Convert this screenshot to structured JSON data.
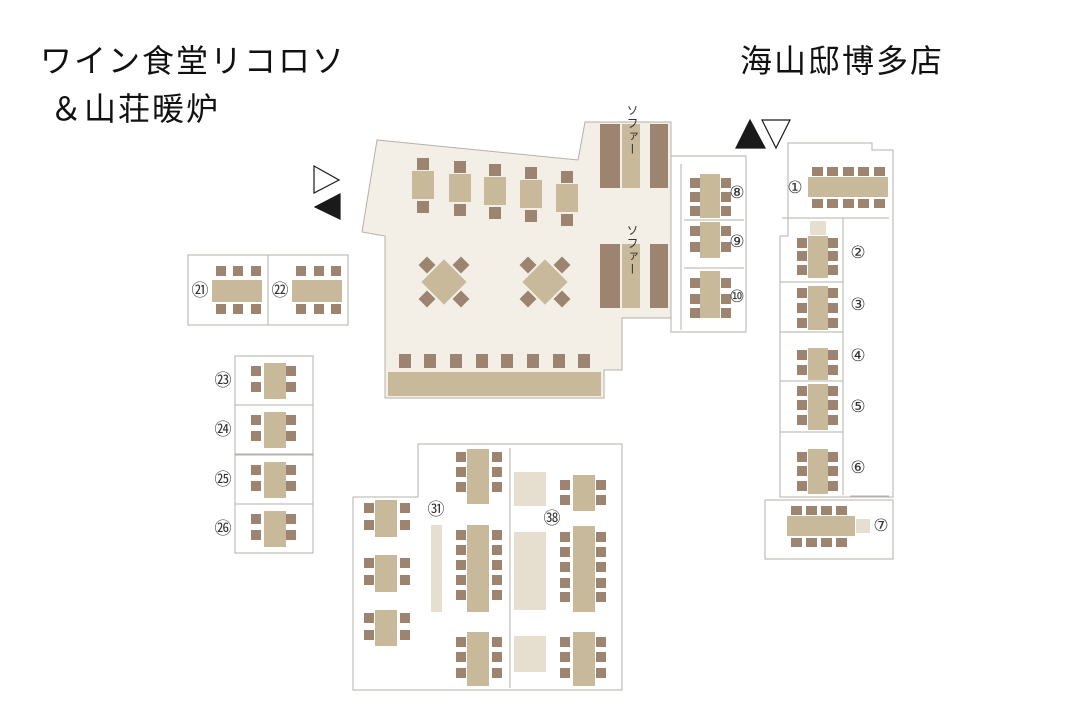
{
  "titles": {
    "left_line1": "ワイン食堂リコロソ",
    "left_line2": "＆山荘暖炉",
    "right": "海山邸博多店"
  },
  "labels": {
    "sofa": "ソファー"
  },
  "tables": [
    {
      "id": "t1",
      "label": "①"
    },
    {
      "id": "t2",
      "label": "②"
    },
    {
      "id": "t3",
      "label": "③"
    },
    {
      "id": "t4",
      "label": "④"
    },
    {
      "id": "t5",
      "label": "⑤"
    },
    {
      "id": "t6",
      "label": "⑥"
    },
    {
      "id": "t7",
      "label": "⑦"
    },
    {
      "id": "t8",
      "label": "⑧"
    },
    {
      "id": "t9",
      "label": "⑨"
    },
    {
      "id": "t10",
      "label": "⑩"
    },
    {
      "id": "t21",
      "label": "㉑"
    },
    {
      "id": "t22",
      "label": "㉒"
    },
    {
      "id": "t23",
      "label": "㉓"
    },
    {
      "id": "t24",
      "label": "㉔"
    },
    {
      "id": "t25",
      "label": "㉕"
    },
    {
      "id": "t26",
      "label": "㉖"
    },
    {
      "id": "t31",
      "label": "㉛"
    },
    {
      "id": "t38",
      "label": "㊳"
    }
  ],
  "colors": {
    "table": "#c8b99a",
    "chair": "#9c8470",
    "floor_fill": "#f3efe6",
    "room_border": "#b5b0aa",
    "light_block": "#e6dfcf"
  }
}
